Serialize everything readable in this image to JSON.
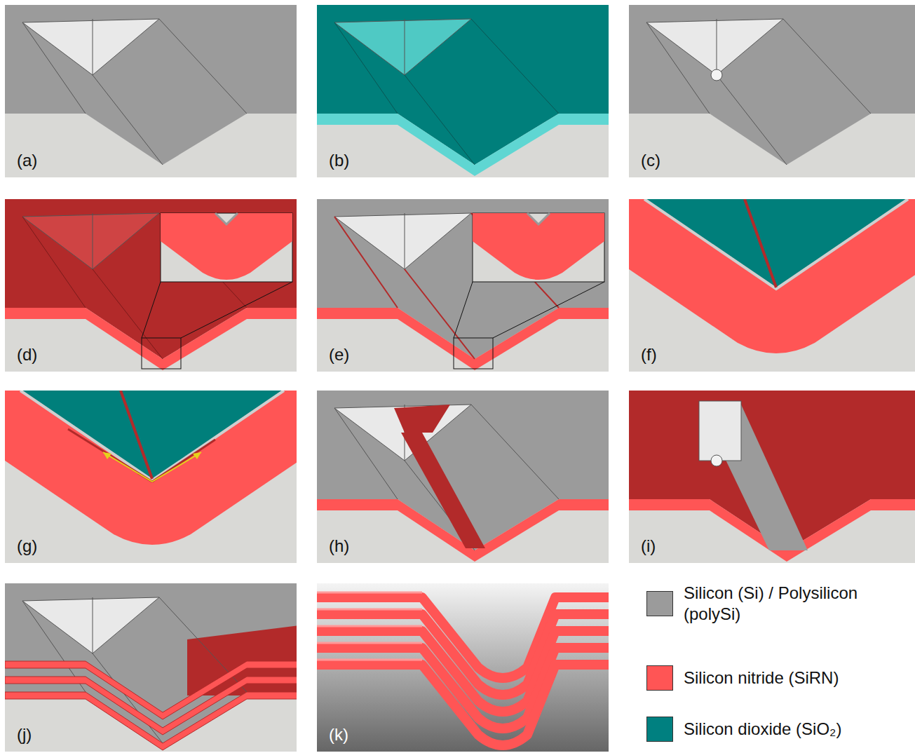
{
  "diagram": {
    "labels": [
      "(a)",
      "(b)",
      "(c)",
      "(d)",
      "(e)",
      "(f)",
      "(g)",
      "(h)",
      "(i)",
      "(j)",
      "(k)"
    ],
    "legend": [
      {
        "text": "Silicon (Si) / Polysilicon (polySi)",
        "color": "#9b9b9b"
      },
      {
        "text": "Silicon nitride (SiRN)",
        "color": "#ff5555"
      },
      {
        "text": "Silicon dioxide (SiO₂)",
        "color": "#008080"
      }
    ]
  }
}
